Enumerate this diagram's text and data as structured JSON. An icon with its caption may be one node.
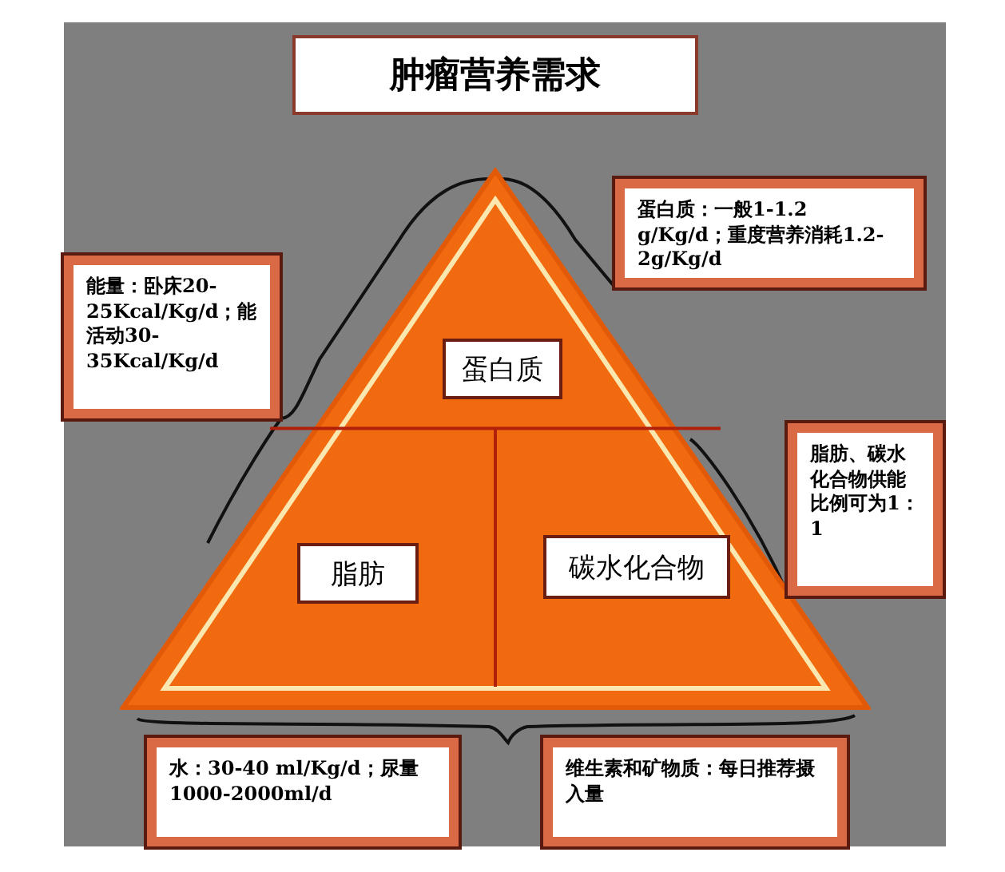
{
  "diagram": {
    "title": "肿瘤营养需求",
    "nodes": [
      {
        "text": [],
        "shape": "triangle"
      },
      {
        "text": [
          "蛋白质"
        ],
        "in": 0
      },
      {
        "text": [
          "脂肪"
        ],
        "in": 0
      },
      {
        "text": [
          "碳水化合物"
        ],
        "in": 0
      },
      {
        "text": [
          "能量：卧床20-25Kcal/Kg/d；能活动30-35Kcal/Kg/d"
        ]
      },
      {
        "text": [
          "蛋白质：一般1-1.2 g/Kg/d；重度营养消耗1.2-2g/Kg/d"
        ]
      },
      {
        "text": [
          "脂肪、碳水化合物供能比例可为1：1"
        ]
      },
      {
        "text": [
          "水：30-40 ml/Kg/d；尿量1000-2000ml/d"
        ]
      },
      {
        "text": [
          "维生素和矿物质：每日推荐摄入量"
        ]
      }
    ]
  }
}
